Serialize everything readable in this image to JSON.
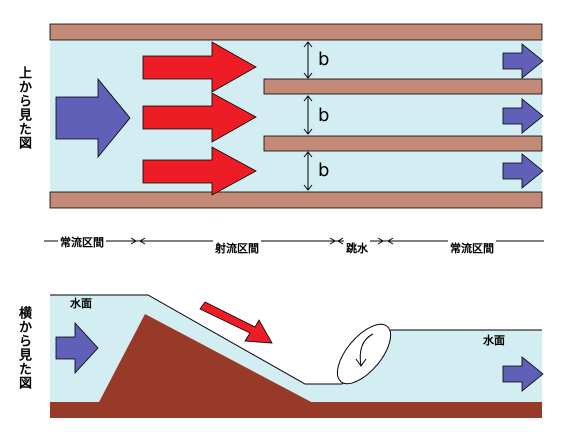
{
  "top_view": {
    "label": "上から見た図",
    "width_labels": [
      "b",
      "b",
      "b"
    ]
  },
  "sections": {
    "labels": [
      "常流区間",
      "射流区間",
      "跳水",
      "常流区間"
    ]
  },
  "side_view": {
    "label": "横から見た図",
    "left_surface_label": "水面",
    "right_surface_label": "水面"
  },
  "colors": {
    "water": "#d2eef2",
    "wall": "#c48a78",
    "ground": "#983a28",
    "flow_arrow": "#6060b8",
    "jet_arrow": "#ee1c24",
    "outline": "#000000"
  }
}
